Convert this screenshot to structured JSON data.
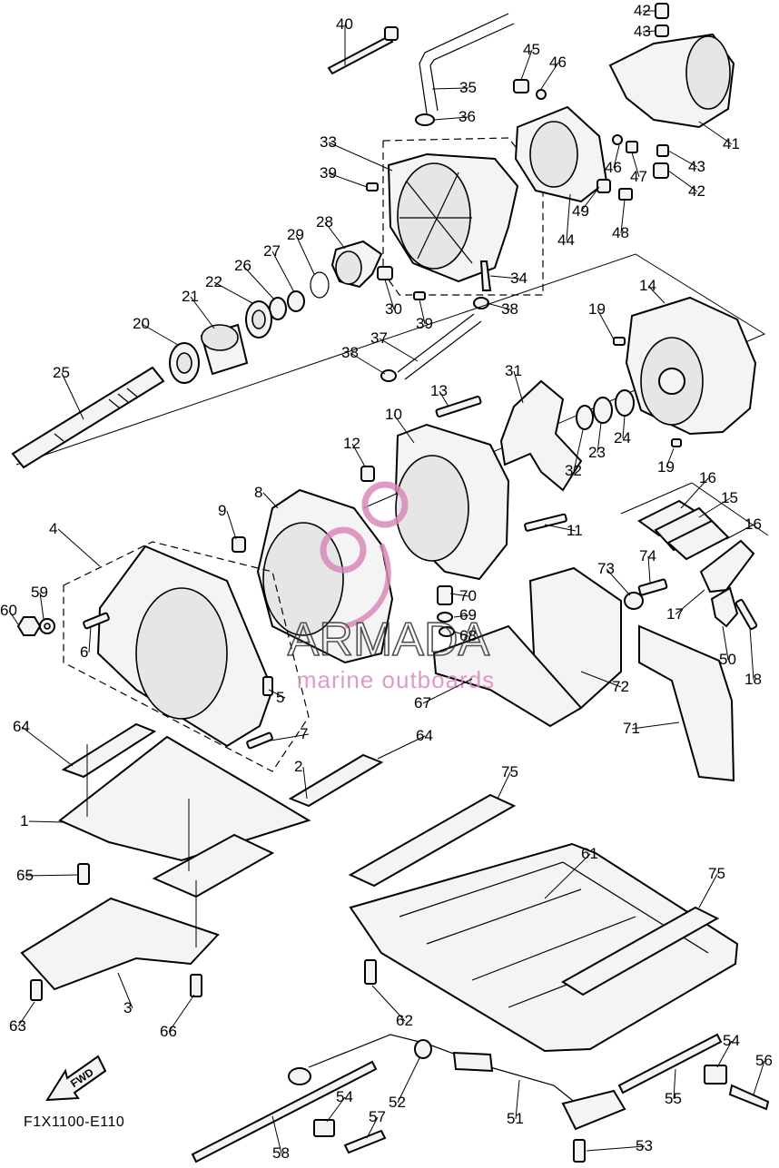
{
  "diagram": {
    "reference_code": "F1X1100-E110",
    "fwd_label": "FWD",
    "watermark": {
      "brand": "ARMADA",
      "tagline": "marine outboards",
      "color": "#d98ab9"
    },
    "callouts": [
      {
        "id": "c40",
        "label": "40"
      },
      {
        "id": "c42a",
        "label": "42"
      },
      {
        "id": "c43a",
        "label": "43"
      },
      {
        "id": "c45",
        "label": "45"
      },
      {
        "id": "c46a",
        "label": "46"
      },
      {
        "id": "c35",
        "label": "35"
      },
      {
        "id": "c36",
        "label": "36"
      },
      {
        "id": "c33",
        "label": "33"
      },
      {
        "id": "c39a",
        "label": "39"
      },
      {
        "id": "c41",
        "label": "41"
      },
      {
        "id": "c46b",
        "label": "46"
      },
      {
        "id": "c47",
        "label": "47"
      },
      {
        "id": "c43b",
        "label": "43"
      },
      {
        "id": "c42b",
        "label": "42"
      },
      {
        "id": "c44",
        "label": "44"
      },
      {
        "id": "c49",
        "label": "49"
      },
      {
        "id": "c48",
        "label": "48"
      },
      {
        "id": "c28",
        "label": "28"
      },
      {
        "id": "c29",
        "label": "29"
      },
      {
        "id": "c27",
        "label": "27"
      },
      {
        "id": "c26",
        "label": "26"
      },
      {
        "id": "c22",
        "label": "22"
      },
      {
        "id": "c21",
        "label": "21"
      },
      {
        "id": "c20",
        "label": "20"
      },
      {
        "id": "c30",
        "label": "30"
      },
      {
        "id": "c39b",
        "label": "39"
      },
      {
        "id": "c34",
        "label": "34"
      },
      {
        "id": "c38a",
        "label": "38"
      },
      {
        "id": "c14",
        "label": "14"
      },
      {
        "id": "c19a",
        "label": "19"
      },
      {
        "id": "c37",
        "label": "37"
      },
      {
        "id": "c38b",
        "label": "38"
      },
      {
        "id": "c25",
        "label": "25"
      },
      {
        "id": "c31",
        "label": "31"
      },
      {
        "id": "c13",
        "label": "13"
      },
      {
        "id": "c10",
        "label": "10"
      },
      {
        "id": "c32",
        "label": "32"
      },
      {
        "id": "c23",
        "label": "23"
      },
      {
        "id": "c24",
        "label": "24"
      },
      {
        "id": "c19b",
        "label": "19"
      },
      {
        "id": "c12",
        "label": "12"
      },
      {
        "id": "c8",
        "label": "8"
      },
      {
        "id": "c9",
        "label": "9"
      },
      {
        "id": "c11",
        "label": "11"
      },
      {
        "id": "c16a",
        "label": "16"
      },
      {
        "id": "c15",
        "label": "15"
      },
      {
        "id": "c16b",
        "label": "16"
      },
      {
        "id": "c4",
        "label": "4"
      },
      {
        "id": "c59",
        "label": "59"
      },
      {
        "id": "c60",
        "label": "60"
      },
      {
        "id": "c6",
        "label": "6"
      },
      {
        "id": "c74",
        "label": "74"
      },
      {
        "id": "c73",
        "label": "73"
      },
      {
        "id": "c17",
        "label": "17"
      },
      {
        "id": "c70",
        "label": "70"
      },
      {
        "id": "c69",
        "label": "69"
      },
      {
        "id": "c68",
        "label": "68"
      },
      {
        "id": "c50",
        "label": "50"
      },
      {
        "id": "c18",
        "label": "18"
      },
      {
        "id": "c5",
        "label": "5"
      },
      {
        "id": "c67",
        "label": "67"
      },
      {
        "id": "c72",
        "label": "72"
      },
      {
        "id": "c71",
        "label": "71"
      },
      {
        "id": "c64a",
        "label": "64"
      },
      {
        "id": "c7",
        "label": "7"
      },
      {
        "id": "c64b",
        "label": "64"
      },
      {
        "id": "c2",
        "label": "2"
      },
      {
        "id": "c75a",
        "label": "75"
      },
      {
        "id": "c1",
        "label": "1"
      },
      {
        "id": "c61",
        "label": "61"
      },
      {
        "id": "c65",
        "label": "65"
      },
      {
        "id": "c75b",
        "label": "75"
      },
      {
        "id": "c3",
        "label": "3"
      },
      {
        "id": "c63",
        "label": "63"
      },
      {
        "id": "c66",
        "label": "66"
      },
      {
        "id": "c62",
        "label": "62"
      },
      {
        "id": "c54a",
        "label": "54"
      },
      {
        "id": "c56",
        "label": "56"
      },
      {
        "id": "c52",
        "label": "52"
      },
      {
        "id": "c55",
        "label": "55"
      },
      {
        "id": "c51",
        "label": "51"
      },
      {
        "id": "c54b",
        "label": "54"
      },
      {
        "id": "c57",
        "label": "57"
      },
      {
        "id": "c58",
        "label": "58"
      },
      {
        "id": "c53",
        "label": "53"
      }
    ]
  }
}
